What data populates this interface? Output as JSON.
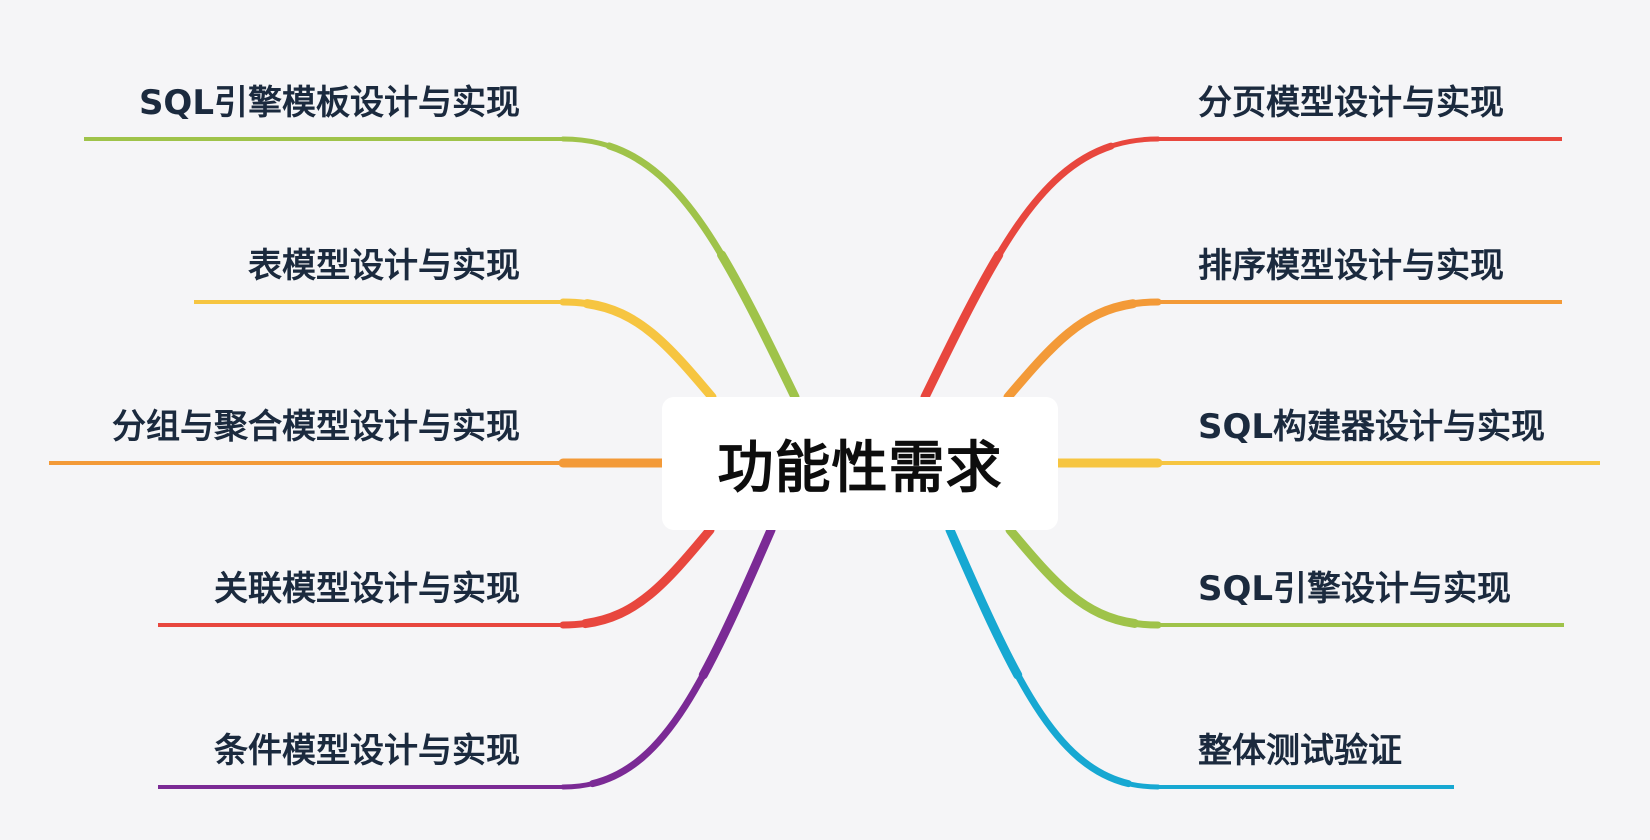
{
  "root": {
    "title": "功能性需求"
  },
  "left_branches": [
    {
      "label": "SQL引擎模板设计与实现",
      "color": "#9fc34a"
    },
    {
      "label": "表模型设计与实现",
      "color": "#f6c541"
    },
    {
      "label": "分组与聚合模型设计与实现",
      "color": "#f39a38"
    },
    {
      "label": "关联模型设计与实现",
      "color": "#e8473e"
    },
    {
      "label": "条件模型设计与实现",
      "color": "#7b2a95"
    }
  ],
  "right_branches": [
    {
      "label": "分页模型设计与实现",
      "color": "#e8473e"
    },
    {
      "label": "排序模型设计与实现",
      "color": "#f39a38"
    },
    {
      "label": "SQL构建器设计与实现",
      "color": "#f6c541"
    },
    {
      "label": "SQL引擎设计与实现",
      "color": "#9fc34a"
    },
    {
      "label": "整体测试验证",
      "color": "#17a8d2"
    }
  ]
}
